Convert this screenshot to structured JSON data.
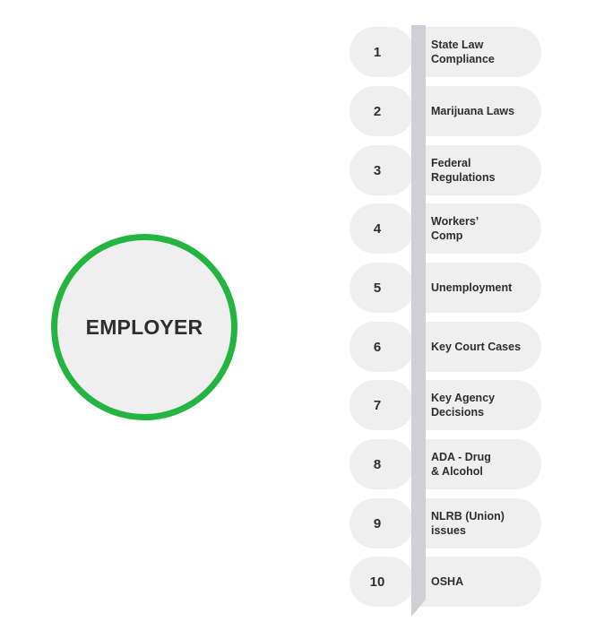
{
  "center": {
    "label": "EMPLOYER"
  },
  "items": [
    {
      "number": "1",
      "label": "State Law\nCompliance"
    },
    {
      "number": "2",
      "label": "Marijuana Laws"
    },
    {
      "number": "3",
      "label": "Federal\nRegulations"
    },
    {
      "number": "4",
      "label": "Workers’\nComp"
    },
    {
      "number": "5",
      "label": "Unemployment"
    },
    {
      "number": "6",
      "label": "Key Court Cases"
    },
    {
      "number": "7",
      "label": "Key Agency\nDecisions"
    },
    {
      "number": "8",
      "label": "ADA - Drug\n& Alcohol"
    },
    {
      "number": "9",
      "label": "NLRB (Union)\nissues"
    },
    {
      "number": "10",
      "label": "OSHA"
    }
  ],
  "colors": {
    "ring": "#24b540",
    "pill": "#efefef",
    "divider": "#cfcfd6",
    "text": "#2e2e2e"
  }
}
